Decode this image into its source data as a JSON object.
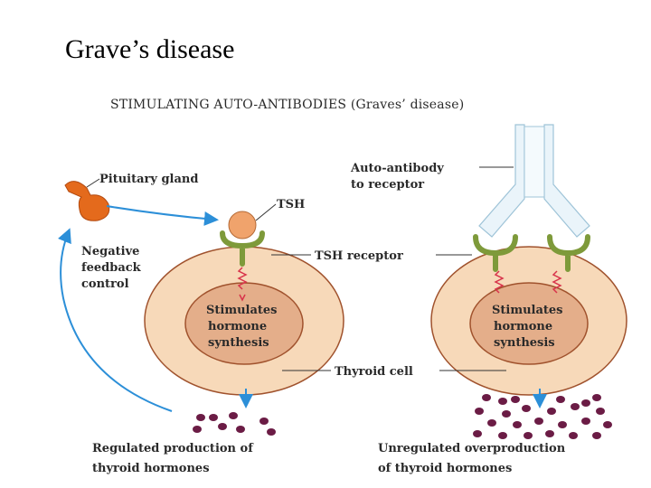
{
  "slide": {
    "title": "Grave’s disease"
  },
  "figure": {
    "heading": "STIMULATING AUTO-ANTIBODIES (Graves’ disease)",
    "labels": {
      "pituitary": "Pituitary gland",
      "tsh": "TSH",
      "negative_feedback": [
        "Negative",
        "feedback",
        "control"
      ],
      "autoantibody": [
        "Auto-antibody",
        "to receptor"
      ],
      "tsh_receptor": "TSH receptor",
      "thyroid_cell": "Thyroid cell"
    },
    "left_cell": {
      "inner_text": [
        "Stimulates",
        "hormone",
        "synthesis"
      ],
      "caption": [
        "Regulated production of",
        "thyroid hormones"
      ],
      "hormone_count": 8
    },
    "right_cell": {
      "inner_text": [
        "Stimulates",
        "hormone",
        "synthesis"
      ],
      "caption": [
        "Unregulated overproduction",
        "of thyroid hormones"
      ],
      "hormone_count": 24
    },
    "colors": {
      "outer_cell": "#f7d9b9",
      "inner_cell": "#e4ae8a",
      "cell_stroke": "#a0522d",
      "receptor": "#7e9a3a",
      "tsh_ball": "#f0a36c",
      "pituitary": "#e46a1c",
      "arrow": "#2c8fd8",
      "signal": "#d8334a",
      "hormone": "#6b1c45",
      "antibody": "#bcd8e8"
    }
  }
}
